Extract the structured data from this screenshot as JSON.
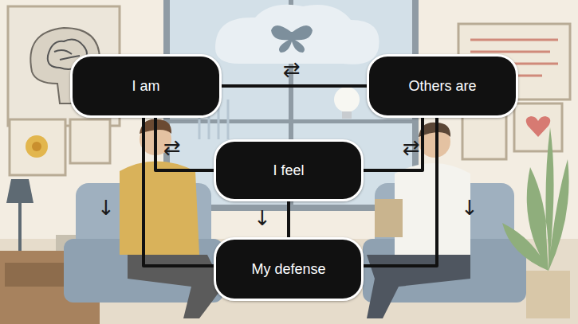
{
  "diagram": {
    "nodes": [
      {
        "text": [
          "I am"
        ]
      },
      {
        "text": [
          "Others are"
        ]
      },
      {
        "text": [
          "I feel"
        ]
      },
      {
        "text": [
          "My defense"
        ]
      }
    ],
    "edges": [
      {
        "from": 0,
        "to": 1,
        "arrow": "none",
        "label": "⇄"
      },
      {
        "from": 0,
        "to": 2,
        "arrow": "none",
        "label": "⇄"
      },
      {
        "from": 1,
        "to": 2,
        "arrow": "none",
        "label": "⇄"
      },
      {
        "from": 0,
        "to": 3,
        "arrow": "none",
        "label": "↓"
      },
      {
        "from": 2,
        "to": 3,
        "arrow": "none",
        "label": "↓"
      },
      {
        "from": 1,
        "to": 3,
        "arrow": "none",
        "label": "↓"
      }
    ]
  }
}
